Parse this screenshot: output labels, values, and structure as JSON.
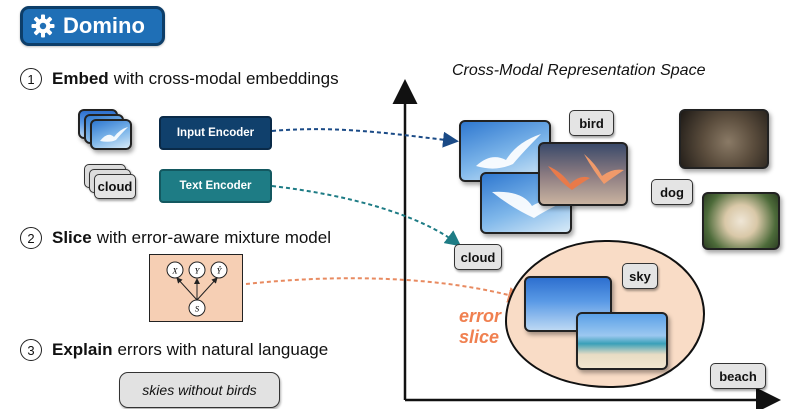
{
  "badge": {
    "title": "Domino",
    "icon": "gear-icon"
  },
  "steps": [
    {
      "number": "1",
      "bold": "Embed",
      "rest": "with cross-modal embeddings"
    },
    {
      "number": "2",
      "bold": "Slice",
      "rest": "with error-aware mixture model"
    },
    {
      "number": "3",
      "bold": "Explain",
      "rest": "errors with natural language"
    }
  ],
  "encoders": {
    "input": "Input Encoder",
    "text": "Text Encoder"
  },
  "text_chip": "cloud",
  "mixture_model": {
    "nodes": [
      "X",
      "Y",
      "Ŷ",
      "S"
    ]
  },
  "explanation": "skies without birds",
  "space": {
    "title": "Cross-Modal Representation Space",
    "labels": {
      "bird": "bird",
      "dog": "dog",
      "cloud": "cloud",
      "sky": "sky",
      "beach": "beach"
    },
    "error_slice": [
      "error",
      "slice"
    ]
  },
  "colors": {
    "badge_blue": "#1f6fb6",
    "input_encoder": "#10406c",
    "text_encoder": "#1e7c85",
    "slice_fill": "#f9dcc6",
    "error_text": "#f08050"
  }
}
